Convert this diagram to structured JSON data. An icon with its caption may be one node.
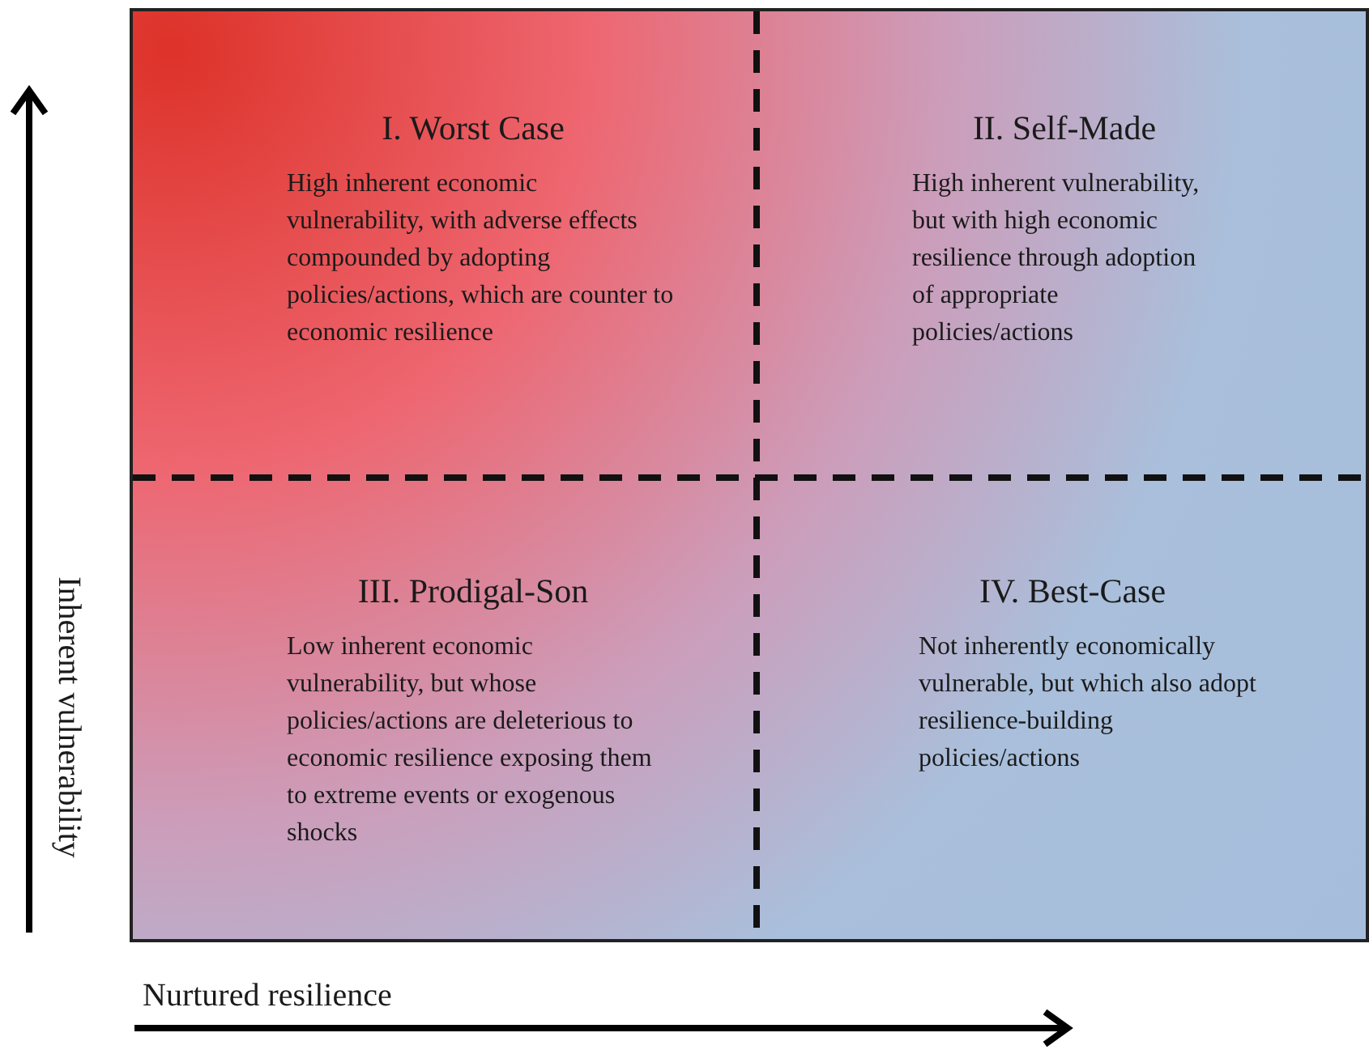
{
  "diagram": {
    "nodes": [
      {
        "text": [
          "I. Worst Case",
          "High inherent economic vulnerability, with adverse effects compounded by adopting policies/actions, which are counter to economic resilience"
        ]
      },
      {
        "text": [
          "II. Self-Made",
          "High inherent vulnerability, but with high economic resilience through adoption of appropriate policies/actions"
        ]
      },
      {
        "text": [
          "III. Prodigal-Son",
          "Low inherent economic vulnerability, but whose policies/actions are deleterious to economic resilience exposing them to extreme events or exogenous shocks"
        ]
      },
      {
        "text": [
          "IV. Best-Case",
          "Not inherently economically vulnerable, but which also adopt resilience-building policies/actions"
        ]
      }
    ],
    "edges": [],
    "labels": [
      "Inherent vulnerability",
      "Nurtured resilience"
    ]
  }
}
